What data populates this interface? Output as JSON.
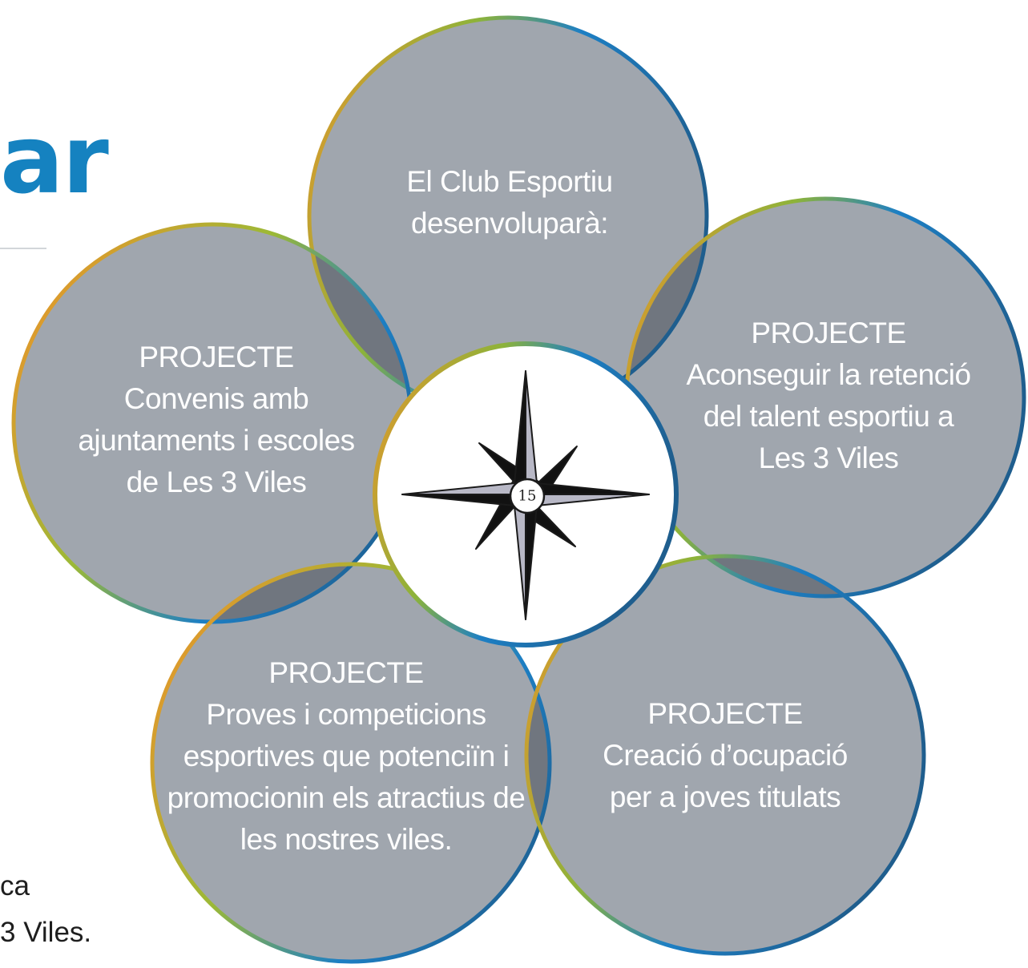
{
  "heading": "ar",
  "body_text": {
    "line1": "ca",
    "line2": "3 Viles."
  },
  "center_badge": {
    "number": "15"
  },
  "circles": {
    "top": {
      "lines": [
        "El Club Esportiu",
        "desenvoluparà:"
      ]
    },
    "left": {
      "lines": [
        "PROJECTE",
        "Convenis amb",
        "ajuntaments i escoles",
        "de Les 3 Viles"
      ]
    },
    "right": {
      "lines": [
        "PROJECTE",
        "Aconseguir la retenció",
        "del talent esportiu a",
        "Les 3 Viles"
      ]
    },
    "bottom_left": {
      "lines": [
        "PROJECTE",
        "Proves i competicions",
        "esportives que potenciïn i",
        "promocionin els atractius de",
        "les nostres viles."
      ]
    },
    "bottom_right": {
      "lines": [
        "PROJECTE",
        "Creació d’ocupació",
        "per a joves titulats"
      ]
    }
  },
  "colors": {
    "heading_blue": "#1582c0",
    "circle_fill": "#a0a6ae",
    "overlap_fill": "#70767f",
    "ring_orange": "#e8952b",
    "ring_green": "#8db33a",
    "ring_blue": "#1d7fc4",
    "ring_navy": "#1f5e8e"
  },
  "icons": {
    "center": "compass-rose-icon"
  }
}
